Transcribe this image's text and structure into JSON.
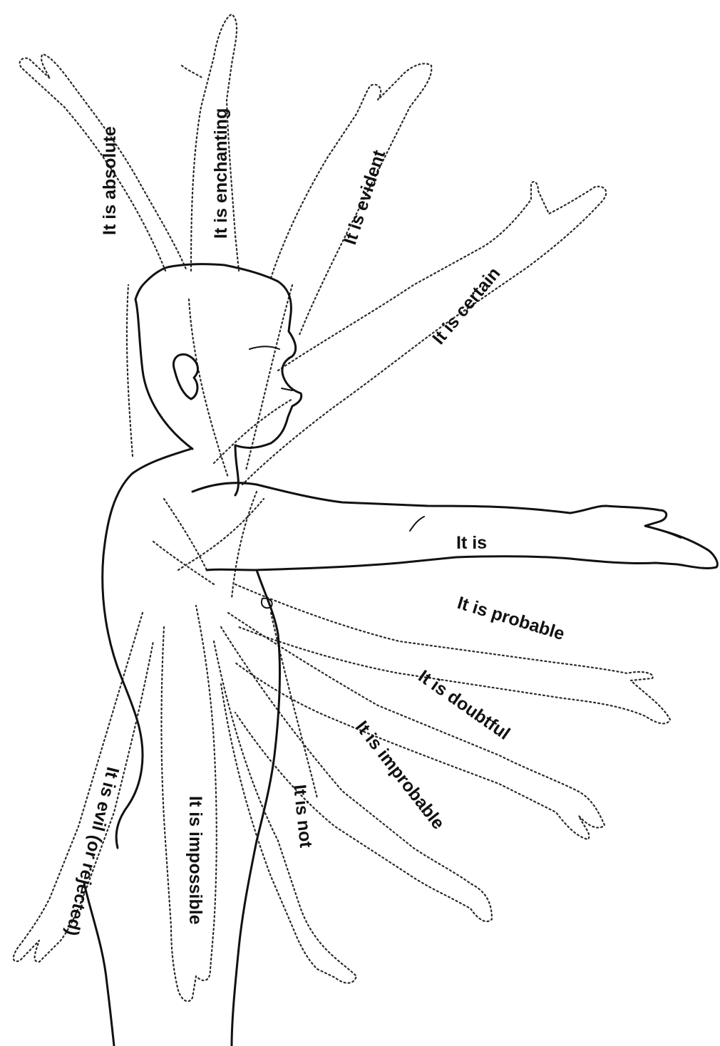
{
  "labels": {
    "absolute": "It is absolute",
    "enchanting": "It is enchanting",
    "evident": "It is evident",
    "certain": "It is certain",
    "is": "It is",
    "probable": "It is probable",
    "doubtful": "It is doubtful",
    "improbable": "It is improbable",
    "not": "It is not",
    "impossible": "It is impossible",
    "evil": "It is evil (or rejected)"
  },
  "colors": {
    "ink": "#111111",
    "background": "#ffffff"
  }
}
